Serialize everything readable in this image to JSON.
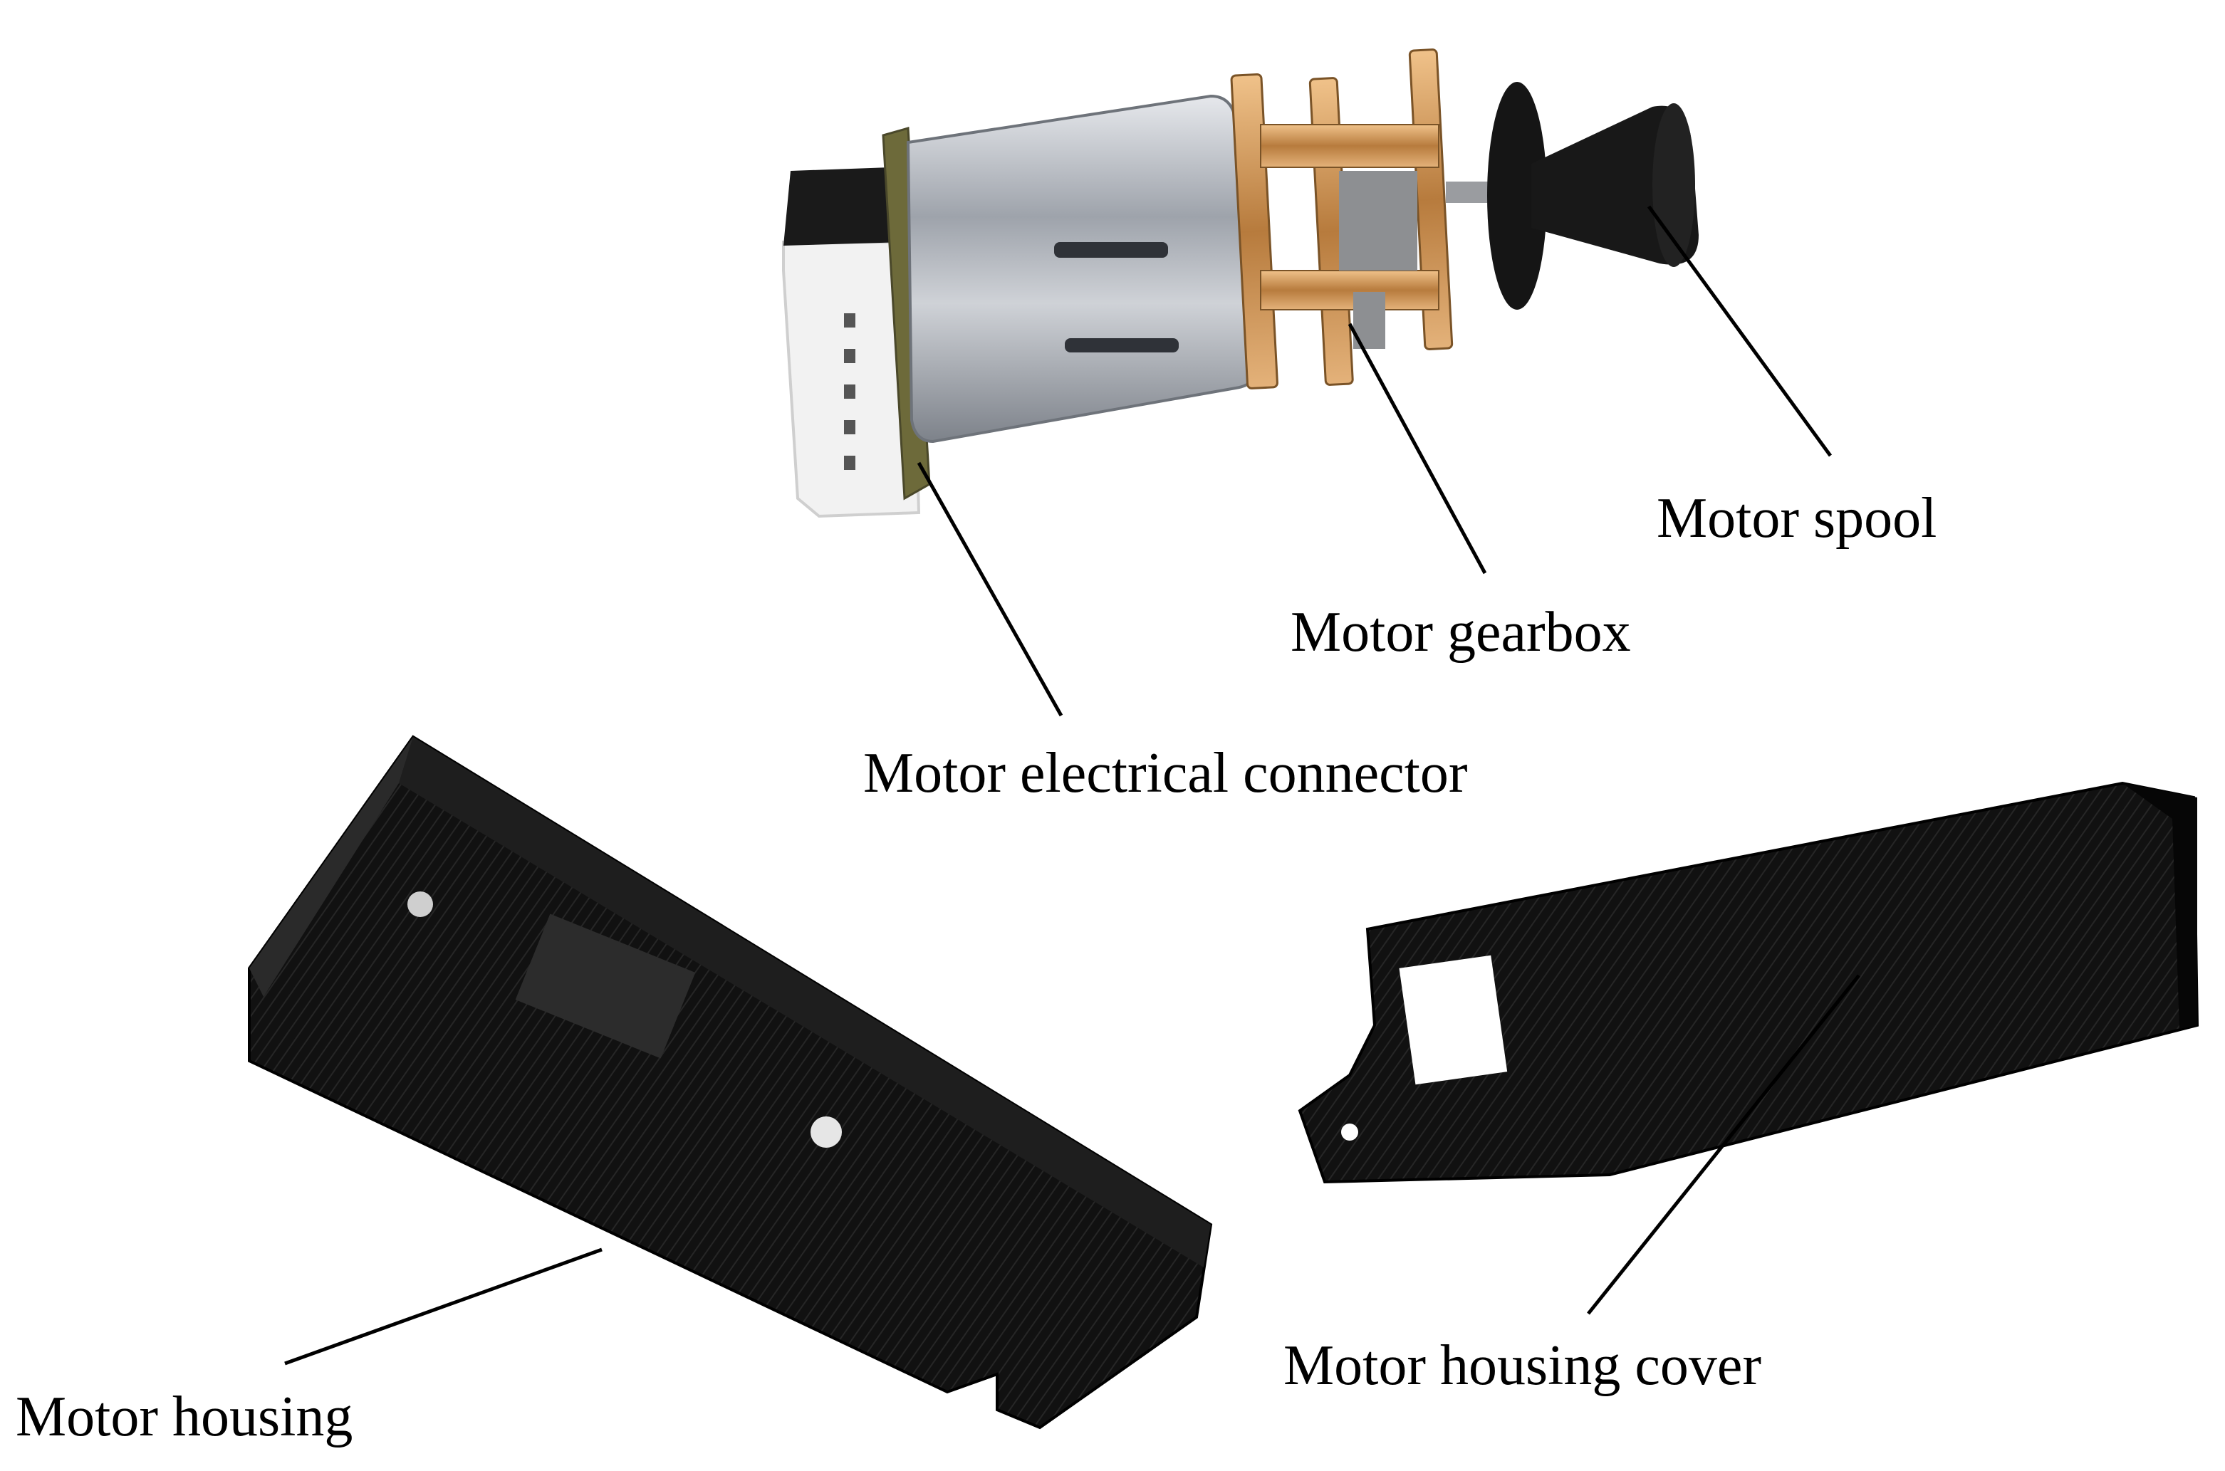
{
  "labels": {
    "spool": "Motor spool",
    "gearbox": "Motor gearbox",
    "connector": "Motor electrical connector",
    "housing_cover": "Motor housing cover",
    "housing": "Motor housing"
  },
  "colors": {
    "background": "#ffffff",
    "plastic_black": "#121212",
    "motor_silver": "#b9bcc2",
    "gear_brass": "#c9935a",
    "connector_white": "#f2f2f2",
    "pcb_olive": "#6d6a3a",
    "leader_line": "#000000"
  }
}
